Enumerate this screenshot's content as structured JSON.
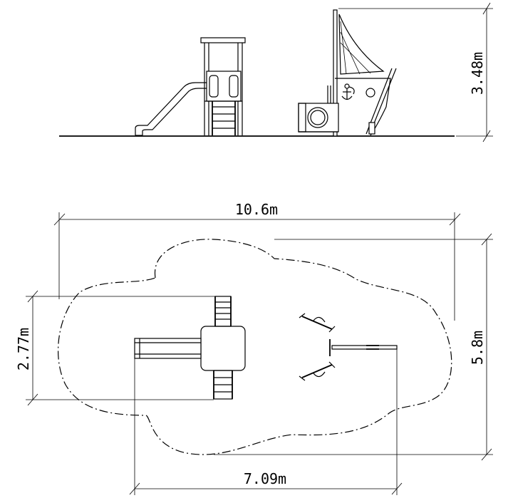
{
  "dimensions": {
    "height": "3.48m",
    "overall_width": "10.6m",
    "overall_depth": "5.8m",
    "tower_depth": "2.77m",
    "equipment_length": "7.09m"
  }
}
